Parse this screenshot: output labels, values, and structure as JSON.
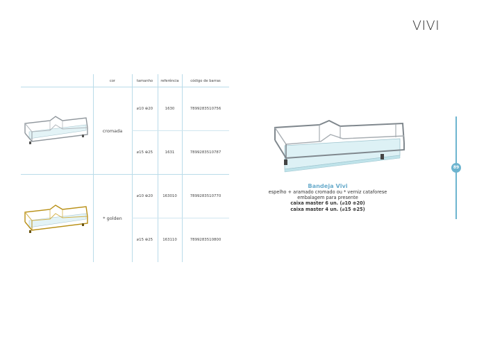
{
  "header": {
    "title": "VIVI"
  },
  "page_number": "89",
  "table": {
    "headers": {
      "color": "cor",
      "size": "tamanho",
      "reference": "referência",
      "barcode": "código de barras"
    },
    "groups": [
      {
        "color": "cromada",
        "rows": [
          {
            "size": "⌀10 ⊕20",
            "reference": "1630",
            "barcode": "7899283510756"
          },
          {
            "size": "⌀15 ⊕25",
            "reference": "1631",
            "barcode": "7899283510787"
          }
        ]
      },
      {
        "color": "* golden",
        "rows": [
          {
            "size": "⌀10 ⊕20",
            "reference": "163010",
            "barcode": "7899283510770"
          },
          {
            "size": "⌀15 ⊕25",
            "reference": "163110",
            "barcode": "7899283510800"
          }
        ]
      }
    ]
  },
  "product": {
    "name": "Bandeja Vivi",
    "description": "espelho + aramado cromado ou * verniz cataforese",
    "packaging": "embalagem para presente",
    "master_box_1": "caixa master 6 un. (⌀10 ⊕20)",
    "master_box_2": "caixa master 4 un. (⌀15 ⊕25)"
  },
  "colors": {
    "accent": "#6cb4cf",
    "table_lines": "#b9dbe9",
    "chrome": "#9aa0a6",
    "gold": "#c9a227",
    "glass": "#cdeaf0"
  }
}
